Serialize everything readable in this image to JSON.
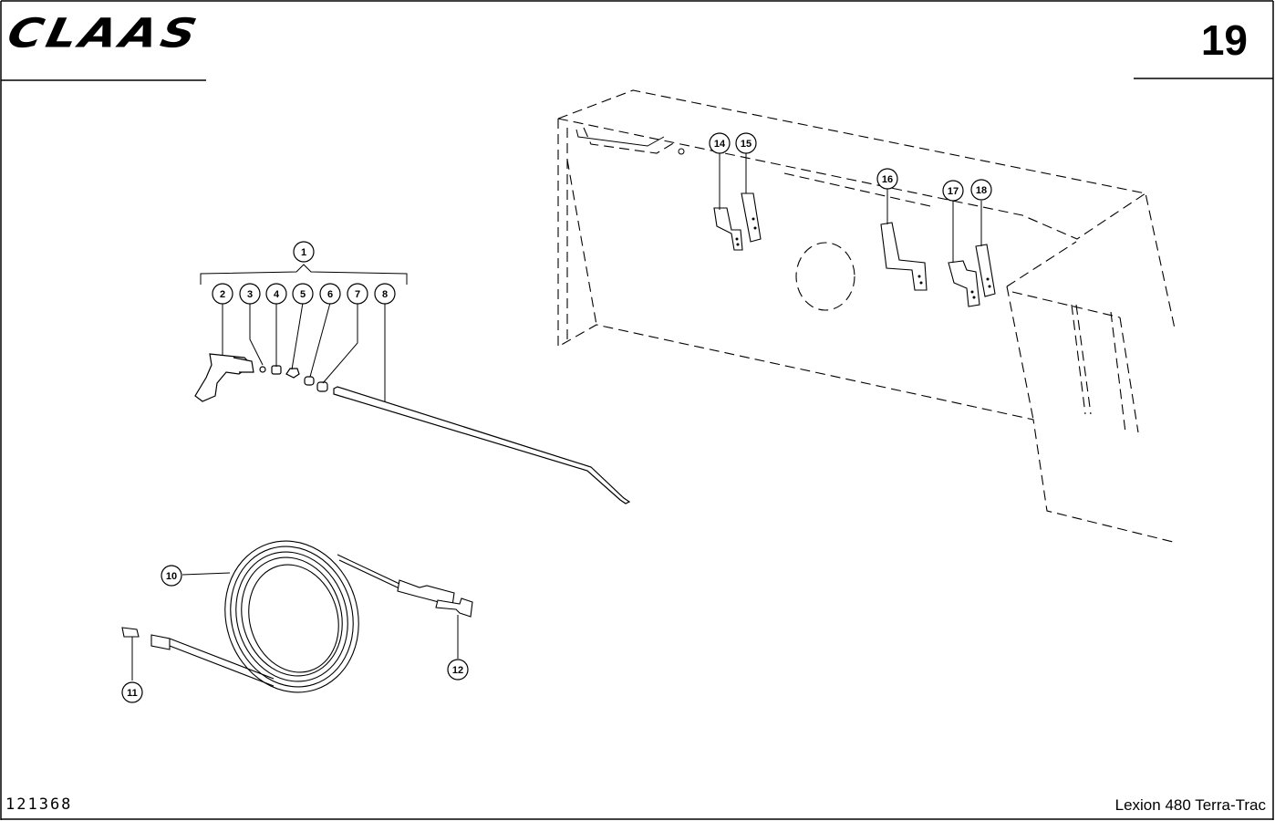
{
  "header": {
    "brand": "CLAAS",
    "page_number": "19"
  },
  "footer": {
    "drawing_number": "121368",
    "model": "Lexion 480 Terra-Trac"
  },
  "callouts": [
    "1",
    "2",
    "3",
    "4",
    "5",
    "6",
    "7",
    "8",
    "10",
    "11",
    "12",
    "14",
    "15",
    "16",
    "17",
    "18"
  ]
}
